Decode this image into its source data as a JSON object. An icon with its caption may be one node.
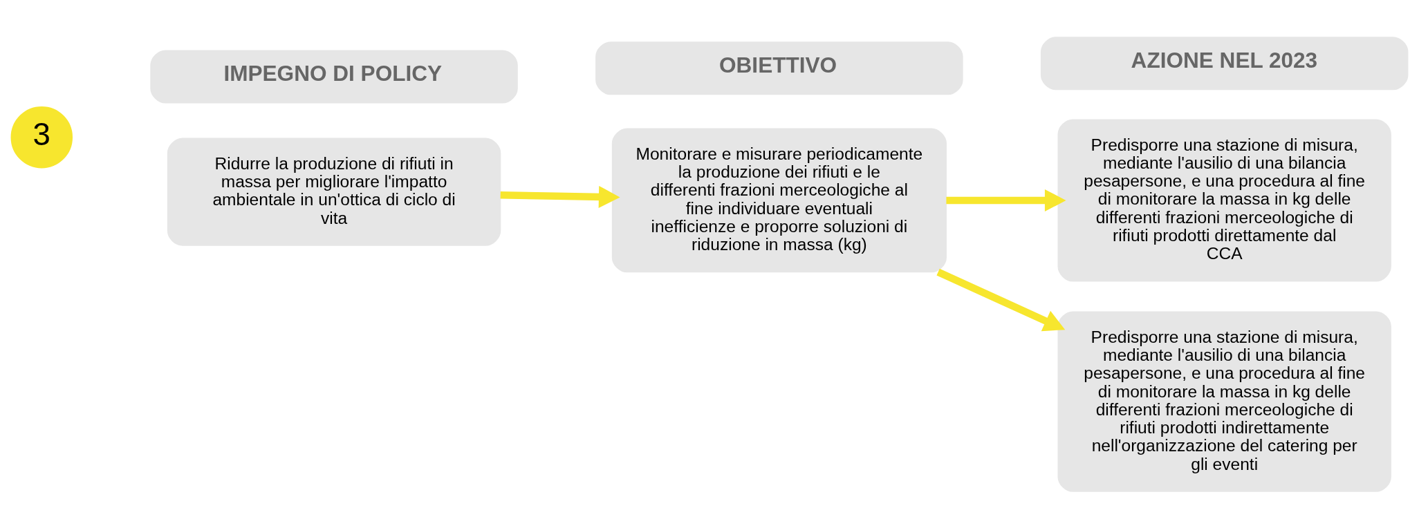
{
  "diagram": {
    "nodes": [
      {
        "text": [
          "IMPEGNO DI POLICY"
        ]
      },
      {
        "text": [
          "OBIETTIVO"
        ]
      },
      {
        "text": [
          "AZIONE NEL 2023"
        ]
      },
      {
        "text": [
          "3"
        ]
      },
      {
        "text": [
          "Ridurre la produzione di rifiuti in massa per migliorare l'impatto ambientale in un'ottica di ciclo di vita"
        ]
      },
      {
        "text": [
          "Monitorare e misurare periodicamente la produzione dei rifiuti e le differenti frazioni merceologiche al fine individuare eventuali inefficienze e proporre soluzioni di riduzione in massa (kg)"
        ]
      },
      {
        "text": [
          "Predisporre una stazione di misura, mediante l'ausilio di una bilancia pesapersone, e una procedura al fine di monitorare la massa in kg delle differenti frazioni merceologiche di rifiuti prodotti direttamente dal CCA"
        ]
      },
      {
        "text": [
          "Predisporre una stazione di misura, mediante l'ausilio di una bilancia pesapersone, e una procedura al fine di monitorare la massa in kg delle differenti frazioni merceologiche di rifiuti prodotti indirettamente nell'organizzazione del catering per gli eventi"
        ]
      }
    ],
    "edges": [
      {
        "from": 4,
        "to": 5,
        "arrow": "to"
      },
      {
        "from": 5,
        "to": 6,
        "arrow": "to"
      },
      {
        "from": 5,
        "to": 7,
        "arrow": "to"
      }
    ]
  }
}
